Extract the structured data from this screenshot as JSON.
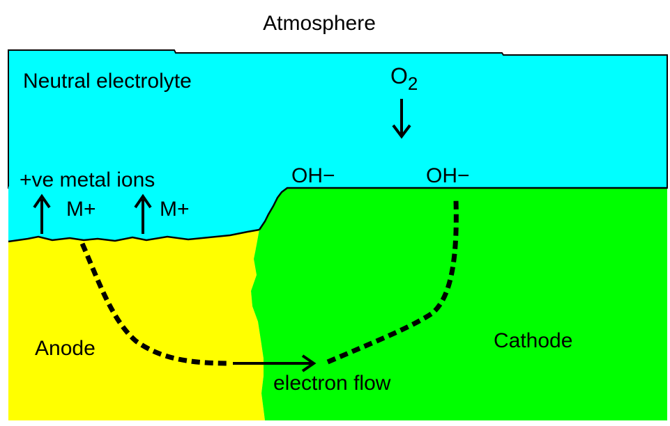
{
  "labels": {
    "atmosphere": "Atmosphere",
    "electrolyte": "Neutral electrolyte",
    "oxygen_base": "O",
    "oxygen_sub": "2",
    "metal_ions": "+ve metal ions",
    "metal_ion_left": "M+",
    "metal_ion_right": "M+",
    "hydroxide_left": "OH−",
    "hydroxide_right": "OH−",
    "anode": "Anode",
    "cathode": "Cathode",
    "electron_flow": "electron flow"
  },
  "colors": {
    "atmosphere": "#ffffff",
    "electrolyte": "#00ffff",
    "anode": "#ffff00",
    "cathode": "#00ff00",
    "ink": "#000000"
  }
}
